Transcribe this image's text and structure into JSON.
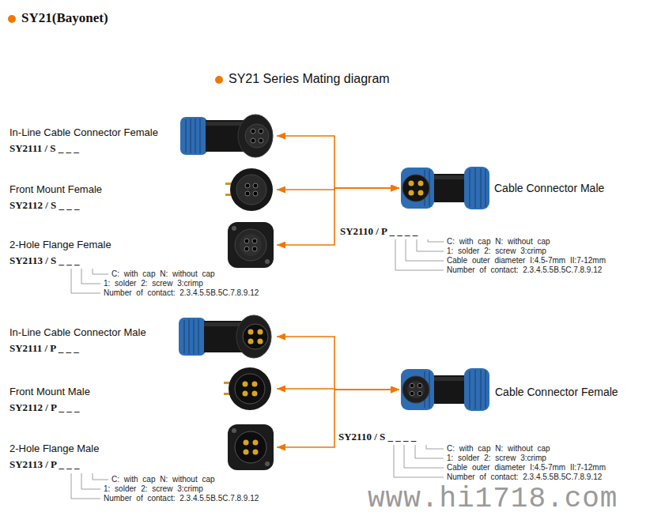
{
  "diagram": {
    "title": "SY21(Bayonet)",
    "nodes": [
      {
        "text": [
          "In-Line Cable Connector Female",
          "SY2111 / S _ _ _"
        ]
      },
      {
        "text": [
          "Front Mount Female",
          "SY2112 / S _ _ _"
        ]
      },
      {
        "text": [
          "2-Hole Flange Female",
          "SY2113 / S _ _ _"
        ]
      },
      {
        "text": [
          "Cable Connector Male",
          "SY2110 / P _ _ _ _"
        ]
      },
      {
        "text": [
          "In-Line Cable Connector Male",
          "SY2111 / P _ _ _"
        ]
      },
      {
        "text": [
          "Front Mount Male",
          "SY2112 / P _ _ _"
        ]
      },
      {
        "text": [
          "2-Hole Flange Male",
          "SY2113 / P _ _ _"
        ]
      },
      {
        "text": [
          "Cable Connector Female",
          "SY2110 / S _ _ _ _"
        ]
      }
    ],
    "edges": [
      {
        "from": 3,
        "to": 0,
        "arrow": "both"
      },
      {
        "from": 3,
        "to": 1,
        "arrow": "both"
      },
      {
        "from": 3,
        "to": 2,
        "arrow": "both"
      },
      {
        "from": 7,
        "to": 4,
        "arrow": "both"
      },
      {
        "from": 7,
        "to": 5,
        "arrow": "both"
      },
      {
        "from": 7,
        "to": 6,
        "arrow": "both"
      }
    ],
    "labels": [
      "SY21 Series Mating diagram",
      "C: with cap N: without cap",
      "1: solder 2: screw 3:crimp",
      "Number of contact: 2.3.4.5.5B.5C.7.8.9.12",
      "C: with cap N: without cap",
      "1: solder 2: screw 3:crimp",
      "Cable outer diameter I:4.5-7mm II:7-12mm",
      "Number of contact: 2.3.4.5.5B.5C.7.8.9.12",
      "C: with cap N: without cap",
      "1: solder 2: screw 3:crimp",
      "Number of contact: 2.3.4.5.5B.5C.7.8.9.12",
      "C: with cap N: without cap",
      "1: solder 2: screw 3:crimp",
      "Cable outer diameter I:4.5-7mm II:7-12mm",
      "Number of contact: 2.3.4.5.5B.5C.7.8.9.12",
      "www.hi1718.com"
    ]
  }
}
